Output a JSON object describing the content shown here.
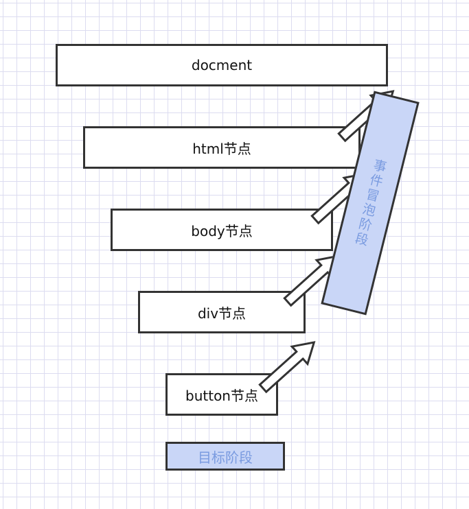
{
  "nodes": [
    {
      "id": "document",
      "label": "docment"
    },
    {
      "id": "html",
      "label": "html节点"
    },
    {
      "id": "body",
      "label": "body节点"
    },
    {
      "id": "div",
      "label": "div节点"
    },
    {
      "id": "button",
      "label": "button节点"
    }
  ],
  "target_phase_label": "目标阶段",
  "bubble_phase_label": "事件冒泡阶段",
  "colors": {
    "box_border": "#333333",
    "box_fill": "#ffffff",
    "phase_fill": "#c9d6f7",
    "phase_text": "#7a9be0",
    "grid": "#dcdcf0"
  }
}
